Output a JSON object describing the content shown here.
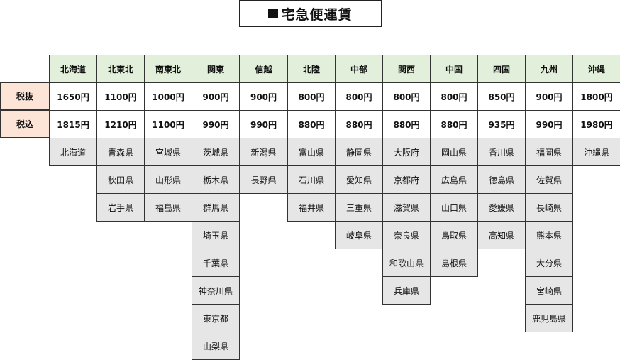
{
  "title": "宅急便運賃",
  "row_labels": {
    "excl": "税抜",
    "incl": "税込"
  },
  "regions": [
    {
      "name": "北海道",
      "excl": "1650円",
      "incl": "1815円",
      "prefs": [
        "北海道"
      ]
    },
    {
      "name": "北東北",
      "excl": "1100円",
      "incl": "1210円",
      "prefs": [
        "青森県",
        "秋田県",
        "岩手県"
      ]
    },
    {
      "name": "南東北",
      "excl": "1000円",
      "incl": "1100円",
      "prefs": [
        "宮城県",
        "山形県",
        "福島県"
      ]
    },
    {
      "name": "関東",
      "excl": "900円",
      "incl": "990円",
      "prefs": [
        "茨城県",
        "栃木県",
        "群馬県",
        "埼玉県",
        "千葉県",
        "神奈川県",
        "東京都",
        "山梨県"
      ]
    },
    {
      "name": "信越",
      "excl": "900円",
      "incl": "990円",
      "prefs": [
        "新潟県",
        "長野県"
      ]
    },
    {
      "name": "北陸",
      "excl": "800円",
      "incl": "880円",
      "prefs": [
        "富山県",
        "石川県",
        "福井県"
      ]
    },
    {
      "name": "中部",
      "excl": "800円",
      "incl": "880円",
      "prefs": [
        "静岡県",
        "愛知県",
        "三重県",
        "岐阜県"
      ]
    },
    {
      "name": "関西",
      "excl": "800円",
      "incl": "880円",
      "prefs": [
        "大阪府",
        "京都府",
        "滋賀県",
        "奈良県",
        "和歌山県",
        "兵庫県"
      ]
    },
    {
      "name": "中国",
      "excl": "800円",
      "incl": "880円",
      "prefs": [
        "岡山県",
        "広島県",
        "山口県",
        "鳥取県",
        "島根県"
      ]
    },
    {
      "name": "四国",
      "excl": "850円",
      "incl": "935円",
      "prefs": [
        "香川県",
        "徳島県",
        "愛媛県",
        "高知県"
      ]
    },
    {
      "name": "九州",
      "excl": "900円",
      "incl": "990円",
      "prefs": [
        "福岡県",
        "佐賀県",
        "長崎県",
        "熊本県",
        "大分県",
        "宮崎県",
        "鹿児島県"
      ]
    },
    {
      "name": "沖縄",
      "excl": "1800円",
      "incl": "1980円",
      "prefs": [
        "沖縄県"
      ]
    }
  ],
  "colors": {
    "header_bg": "#e2efda",
    "row_label_bg": "#fce4d6",
    "price_bg": "#ffffff",
    "pref_bg": "#e7e6e6",
    "border": "#333333"
  }
}
